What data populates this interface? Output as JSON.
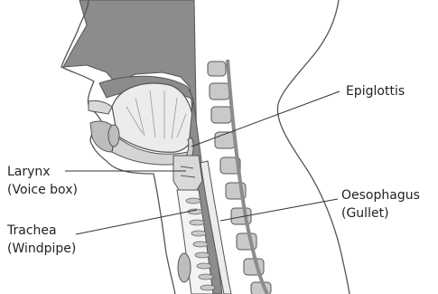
{
  "labels": {
    "epiglottis": {
      "line1": "Epiglottis"
    },
    "larynx": {
      "line1": "Larynx",
      "line2": "(Voice box)"
    },
    "trachea": {
      "line1": "Trachea",
      "line2": "(Windpipe)"
    },
    "oesophagus": {
      "line1": "Oesophagus",
      "line2": "(Gullet)"
    }
  },
  "colors": {
    "outline": "#555555",
    "dark_fill": "#8c8c8c",
    "mid_fill": "#b8b8b8",
    "light_fill": "#ececec",
    "bone_fill": "#c9c9c9",
    "leader_line": "#333333"
  }
}
